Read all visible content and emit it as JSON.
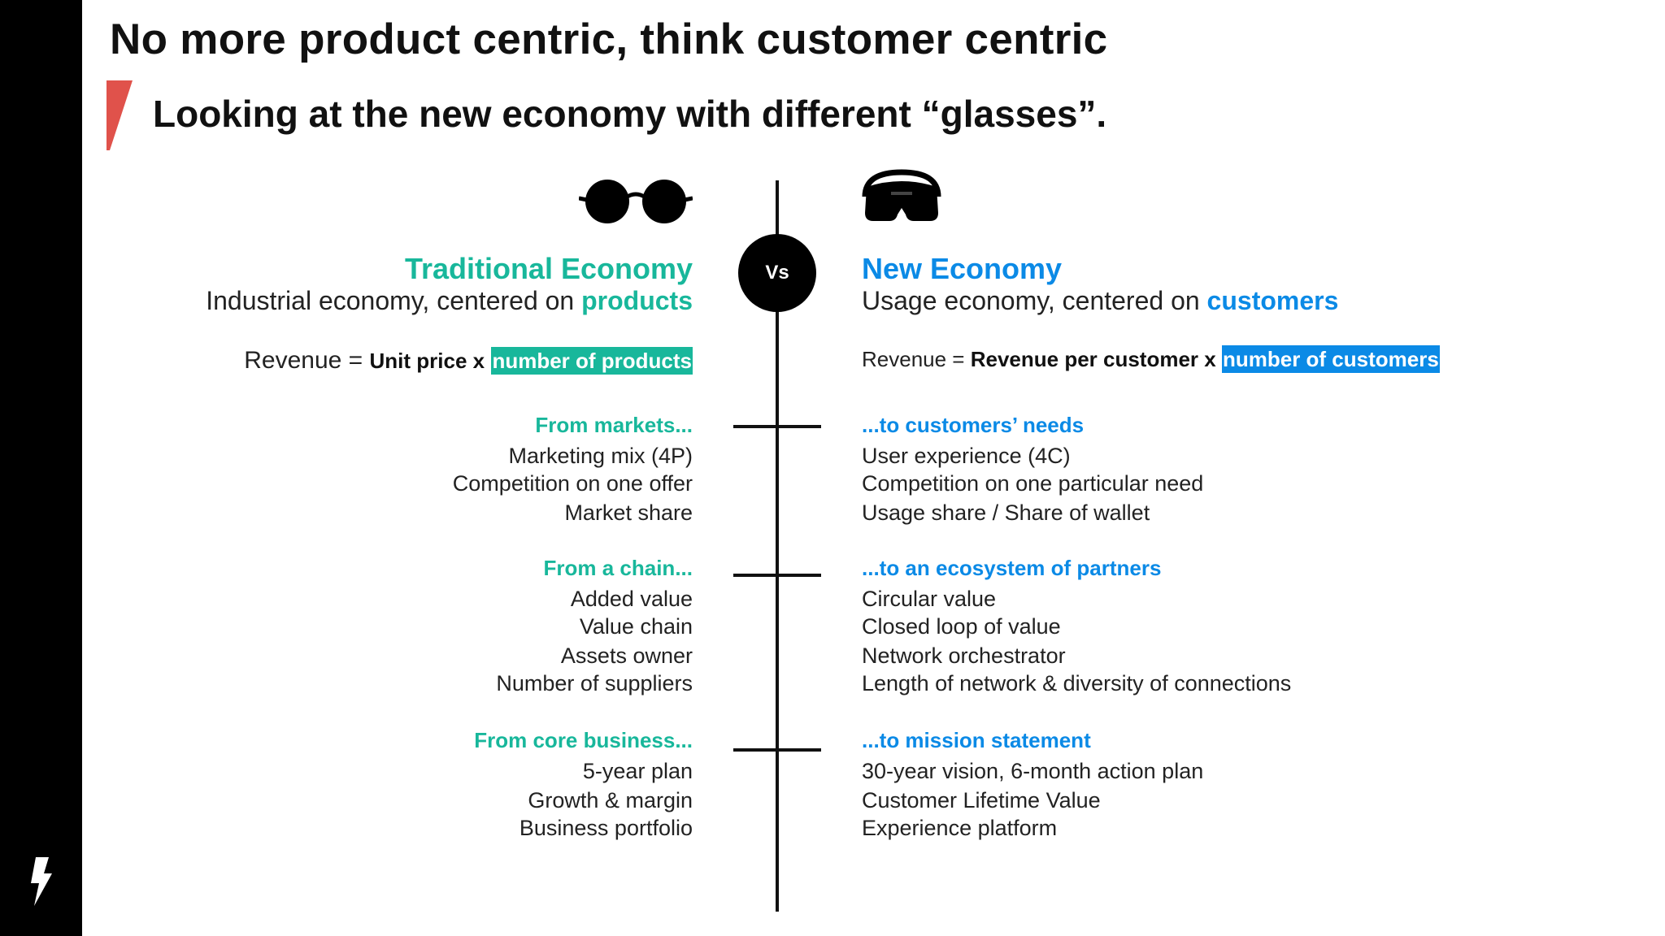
{
  "title": "No more product centric, think customer centric",
  "subtitle": "Looking at the new economy with different “glasses”.",
  "vs_label": "Vs",
  "colors": {
    "traditional": "#18b79b",
    "new": "#0b8ae6",
    "accent": "#e0524b"
  },
  "traditional": {
    "title": "Traditional Economy",
    "desc_prefix": "Industrial economy, centered on ",
    "desc_emphasis": "products",
    "revenue_prefix": "Revenue = ",
    "revenue_bold": "Unit price x",
    "revenue_highlight": "number of products",
    "sections": [
      {
        "heading": "From markets...",
        "items": [
          "Marketing mix (4P)",
          "Competition on one offer",
          "Market share"
        ]
      },
      {
        "heading": "From a chain...",
        "items": [
          "Added value",
          "Value chain",
          "Assets owner",
          "Number of suppliers"
        ]
      },
      {
        "heading": "From core business...",
        "items": [
          "5-year plan",
          "Growth & margin",
          "Business portfolio"
        ]
      }
    ]
  },
  "new_economy": {
    "title": "New Economy",
    "desc_prefix": "Usage economy, centered on ",
    "desc_emphasis": "customers",
    "revenue_prefix": "Revenue = ",
    "revenue_bold": "Revenue per customer x",
    "revenue_highlight": "number of customers",
    "sections": [
      {
        "heading": "...to customers’ needs",
        "items": [
          "User experience (4C)",
          "Competition on one particular need",
          "Usage share / Share of wallet"
        ]
      },
      {
        "heading": "...to an ecosystem of partners",
        "items": [
          "Circular value",
          "Closed loop of value",
          "Network orchestrator",
          "Length of network & diversity of connections"
        ]
      },
      {
        "heading": "...to mission statement",
        "items": [
          "30-year vision, 6-month action plan",
          "Customer Lifetime Value",
          "Experience platform"
        ]
      }
    ]
  },
  "icons": {
    "left": "sunglasses-icon",
    "right": "vr-headset-icon",
    "brand": "lightning-logo-icon"
  }
}
